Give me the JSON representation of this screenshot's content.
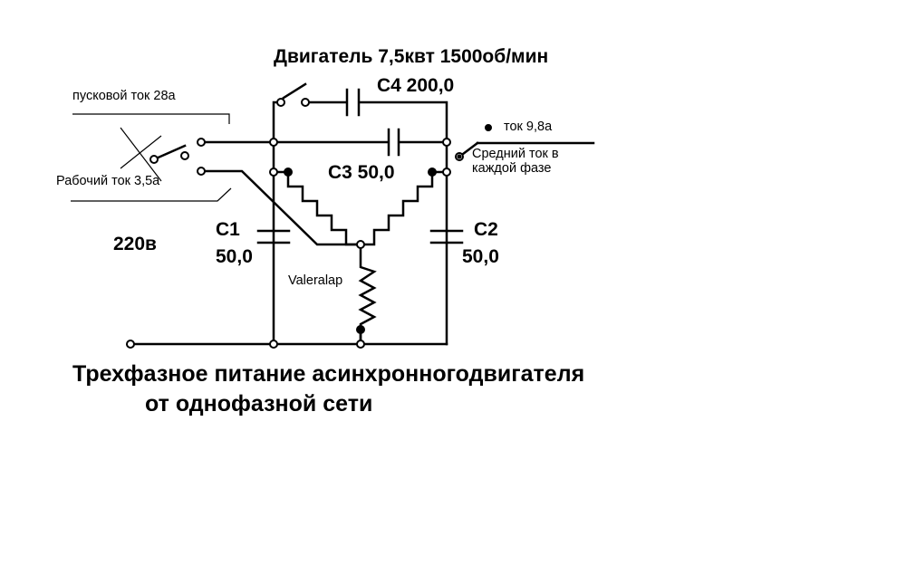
{
  "labels": {
    "motor": "Двигатель 7,5квт   1500об/мин",
    "c4": "C4  200,0",
    "start_current": "пусковой ток 28а",
    "current_phase": "ток 9,8а",
    "avg_current_1": "Средний ток в",
    "avg_current_2": "каждой фазе",
    "run_current": "Рабочий ток  3,5а",
    "c3": "C3  50,0",
    "c1_name": "C1",
    "c1_value": "50,0",
    "c2_name": "C2",
    "c2_value": "50,0",
    "voltage": "220в",
    "author": "Valeralap"
  },
  "caption": {
    "line1": "Трехфазное  питание асинхронногодвигателя",
    "line2": "от однофазной  сети"
  }
}
